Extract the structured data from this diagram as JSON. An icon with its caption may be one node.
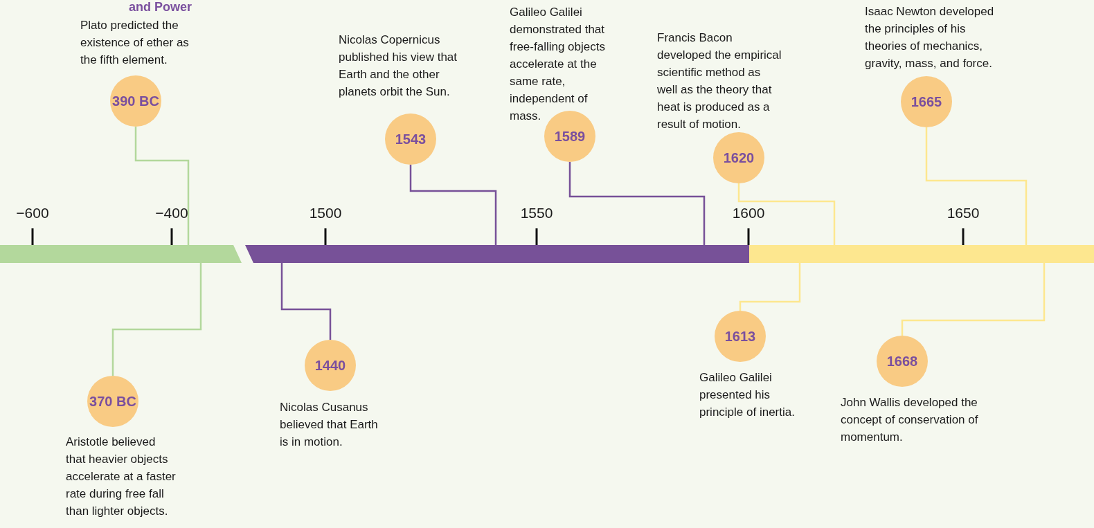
{
  "diagram": {
    "nodes": [
      {
        "text": [],
        "shape": "bar",
        "beside": [
          "−600",
          "−400"
        ]
      },
      {
        "text": [],
        "shape": "bar",
        "beside": [
          "1500",
          "1550"
        ]
      },
      {
        "text": [],
        "shape": "bar",
        "beside": [
          "1600",
          "1650"
        ]
      },
      {
        "text": [
          "390 BC"
        ],
        "beside": [
          "Plato predicted the existence of ether as the fifth element."
        ]
      },
      {
        "text": [
          "370 BC"
        ],
        "beside": [
          "Aristotle believed that heavier objects accelerate at a faster rate during free fall than lighter objects."
        ]
      },
      {
        "text": [
          "1440"
        ],
        "beside": [
          "Nicolas Cusanus believed that Earth is in motion."
        ]
      },
      {
        "text": [
          "1543"
        ],
        "beside": [
          "Nicolas Copernicus published his view that Earth and the other planets orbit the Sun."
        ]
      },
      {
        "text": [
          "1589"
        ],
        "beside": [
          "Galileo Galilei demonstrated that free-falling objects accelerate at the same rate, independent of mass."
        ]
      },
      {
        "text": [
          "1620"
        ],
        "beside": [
          "Francis Bacon developed the empirical scientific method as well as the theory that heat is produced as a result of motion."
        ]
      },
      {
        "text": [
          "1613"
        ],
        "beside": [
          "Galileo Galilei presented his principle of inertia."
        ]
      },
      {
        "text": [
          "1665"
        ],
        "beside": [
          "Isaac Newton developed the principles of his theories of mechanics, gravity, mass, and force."
        ]
      },
      {
        "text": [
          "1668"
        ],
        "beside": [
          "John Wallis developed the concept of conservation of momentum."
        ]
      }
    ],
    "edges": [
      {
        "from": 3,
        "to": 0,
        "arrow": "none",
        "color": "#b3d89c"
      },
      {
        "from": 4,
        "to": 0,
        "arrow": "none",
        "color": "#b3d89c"
      },
      {
        "from": 5,
        "to": 1,
        "arrow": "none",
        "color": "#775198"
      },
      {
        "from": 6,
        "to": 1,
        "arrow": "none",
        "color": "#775198"
      },
      {
        "from": 7,
        "to": 1,
        "arrow": "none",
        "color": "#775198"
      },
      {
        "from": 8,
        "to": 2,
        "arrow": "none",
        "color": "#fde78f"
      },
      {
        "from": 9,
        "to": 2,
        "arrow": "none",
        "color": "#fde78f"
      },
      {
        "from": 10,
        "to": 2,
        "arrow": "none",
        "color": "#fde78f"
      },
      {
        "from": 11,
        "to": 2,
        "arrow": "none",
        "color": "#fde78f"
      }
    ],
    "labels": [
      "and Power"
    ]
  }
}
